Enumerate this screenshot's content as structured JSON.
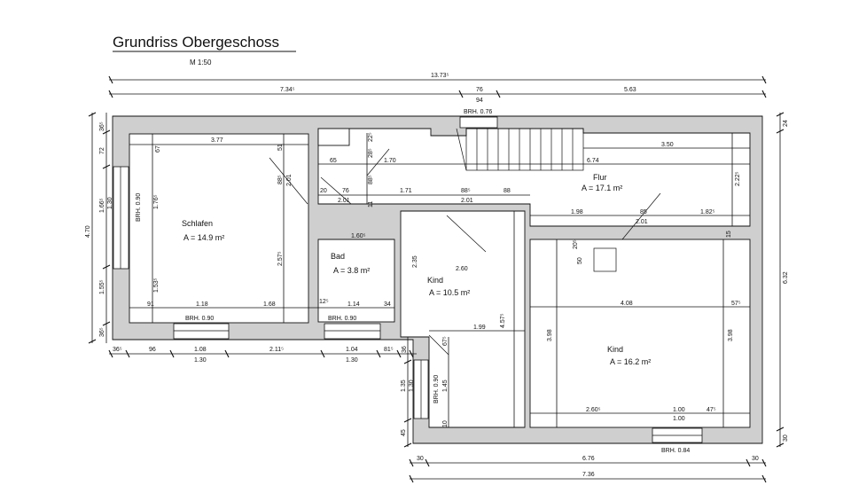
{
  "title": "Grundriss Obergeschoss",
  "scale": "M 1:50",
  "rooms": [
    {
      "name": "Schlafen",
      "area": "A = 14.9 m²"
    },
    {
      "name": "Bad",
      "area": "A = 3.8 m²"
    },
    {
      "name": "Kind",
      "area": "A = 10.5 m²"
    },
    {
      "name": "Flur",
      "area": "A = 17.1 m²"
    },
    {
      "name": "Kind",
      "area": "A = 16.2 m²"
    }
  ],
  "brh": {
    "stair": "BRH. 0.76",
    "bedroom_bottom": "BRH. 0.90",
    "bath_bottom": "BRH. 0.90",
    "bedroom_left": "BRH. 0.90",
    "kind_left": "BRH. 0.90",
    "kind2_bottom": "BRH. 0.84"
  },
  "dims": {
    "top_total": "13.73⁵",
    "top_left": "7.34⁵",
    "top_mid_a": "76",
    "top_mid_b": "94",
    "top_right": "5.63",
    "left_total": "4.70",
    "left_1": "36⁵",
    "left_2": "72",
    "left_3": "1.66⁵",
    "left_3b": "1.30",
    "left_4": "1.55⁵",
    "left_5": "36⁵",
    "right_total": "6.32",
    "right_top": "24",
    "right_bottom": "30",
    "bl_1": "36⁵",
    "bl_2": "96",
    "bl_3": "1.08",
    "bl_3b": "1.30",
    "bl_4": "2.11⁵",
    "bl_5": "1.04",
    "bl_5b": "1.30",
    "bl_6": "81⁵",
    "bl_7": "36",
    "bot_1": "30",
    "bot_2": "6.76",
    "bot_3": "30",
    "bot_total": "7.36",
    "lv_1": "1.35",
    "lv_1b": "1.30",
    "lv_2": "45",
    "sch_w": "3.77",
    "sch_67": "67",
    "sch_51": "51",
    "sch_886": "88⁵",
    "sch_201": "2.01",
    "sch_176": "1.76⁵",
    "sch_153": "1.53⁵",
    "sch_257": "2.57⁵",
    "sch_91": "91",
    "sch_118": "1.18",
    "sch_168": "1.68",
    "bath_12": "12⁵",
    "bath_114": "1.14",
    "bath_34": "34",
    "bath_160": "1.60⁵",
    "c_65": "65",
    "c_285": "28⁵",
    "c_22": "22⁵",
    "c_170": "1.70",
    "c_20": "20",
    "c_76": "76",
    "c_885": "88⁵",
    "c_201": "2.01",
    "c_11": "11",
    "c_171": "1.71",
    "c_886": "88⁵",
    "c_88": "88",
    "c_201b": "2.01",
    "f_350": "3.50",
    "f_674": "6.74",
    "f_222": "2.22⁵",
    "f_198": "1.98",
    "f_85": "85",
    "f_182": "1.82⁵",
    "f_201": "2.01",
    "f_15": "15",
    "k_235": "2.35",
    "k_260": "2.60",
    "k_457": "4.57⁵",
    "k_199": "1.99",
    "k_67": "67⁵",
    "k_145": "1.45",
    "k_10": "10",
    "k2_20": "20⁵",
    "k2_50": "50",
    "k2_408": "4.08",
    "k2_57": "57⁵",
    "k2_398a": "3.98",
    "k2_398b": "3.98",
    "k2_260": "2.60⁵",
    "k2_100a": "1.00",
    "k2_100b": "1.00",
    "k2_47": "47⁵"
  }
}
